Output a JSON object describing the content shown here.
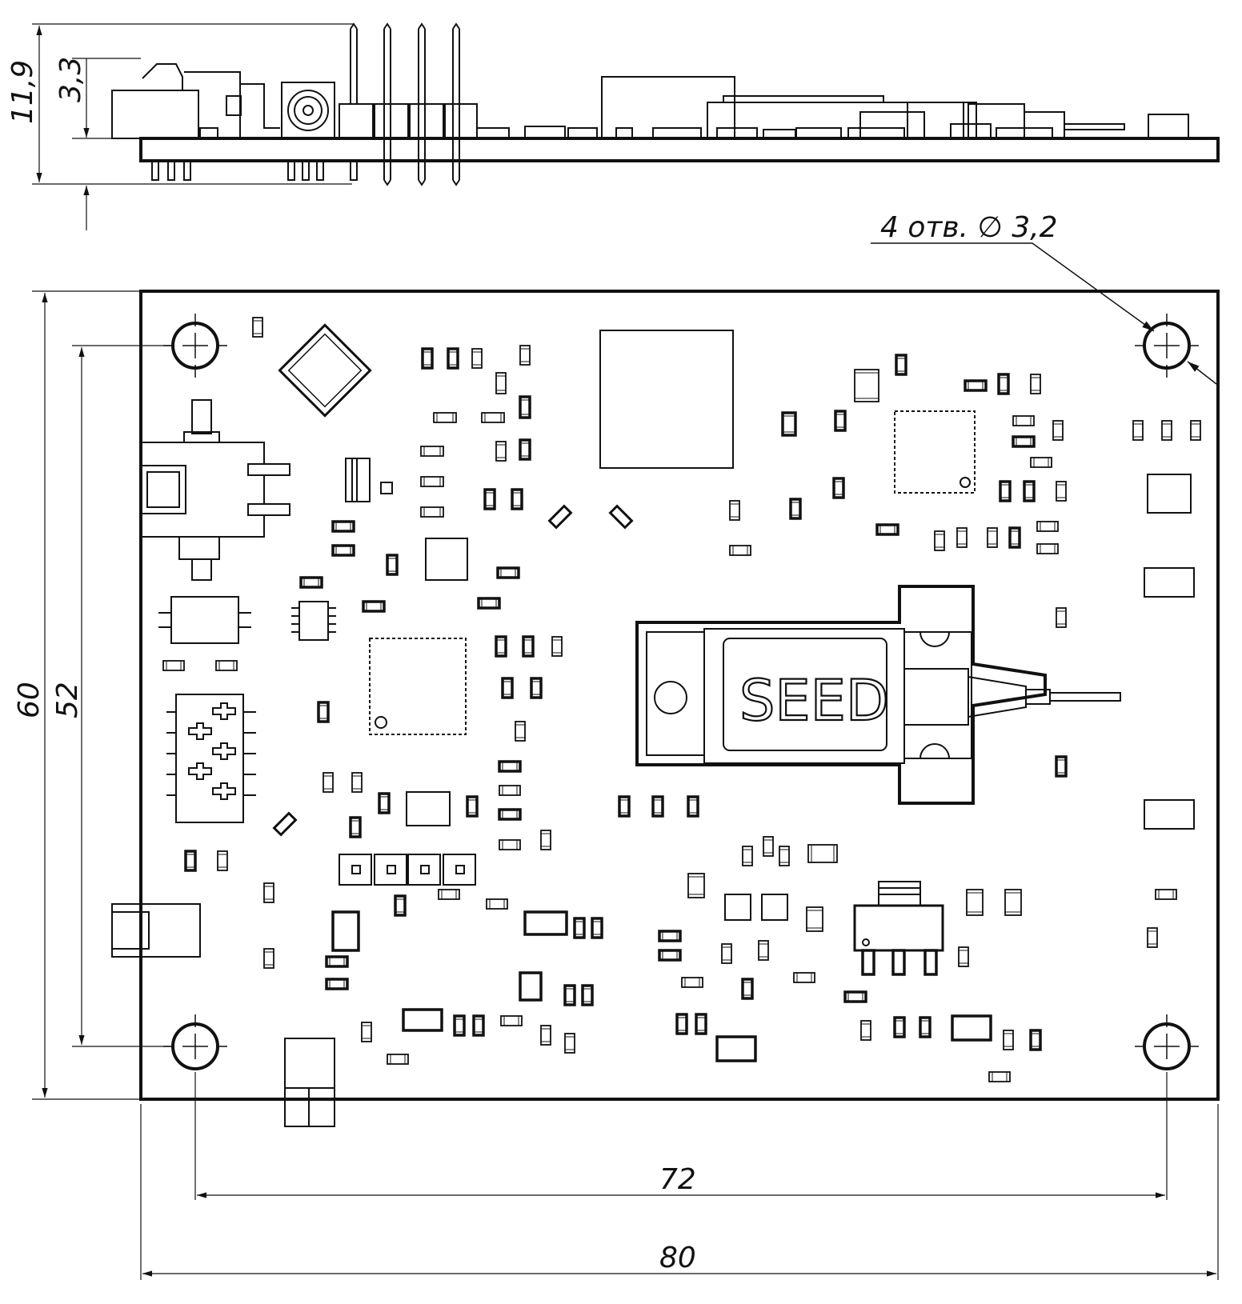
{
  "side_view": {
    "dim_total_height": "11,9",
    "dim_board_thickness": "3,3"
  },
  "top_view": {
    "holes_callout": "4 отв. ∅ 3,2",
    "seed_label": "SEED",
    "dim_height_outer": "60",
    "dim_height_inner": "52",
    "dim_width_inner": "72",
    "dim_width_outer": "80"
  },
  "colors": {
    "line": "#111111",
    "background": "#ffffff"
  }
}
